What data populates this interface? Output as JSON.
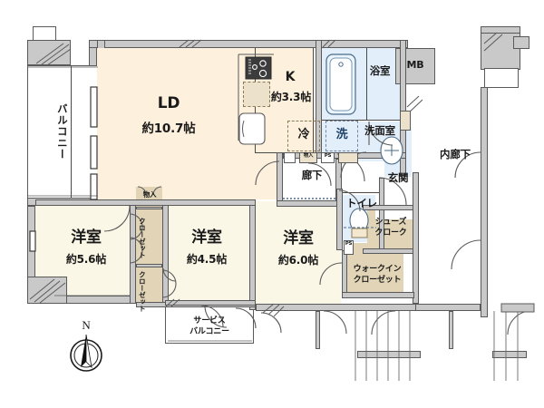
{
  "plan": {
    "type": "japanese-apartment-floor-plan",
    "compass": {
      "label": "N",
      "name": "north-arrow"
    },
    "rooms": [
      {
        "id": "ld",
        "name": "living-dining",
        "label": "LD",
        "area": "約10.7帖"
      },
      {
        "id": "kitchen",
        "name": "kitchen",
        "label": "K",
        "area": "約3.3帖"
      },
      {
        "id": "bedroom1",
        "name": "bedroom-west",
        "label": "洋室",
        "area": "約5.6帖"
      },
      {
        "id": "bedroom2",
        "name": "bedroom-center",
        "label": "洋室",
        "area": "約4.5帖"
      },
      {
        "id": "bedroom3",
        "name": "bedroom-east",
        "label": "洋室",
        "area": "約6.0帖"
      },
      {
        "id": "bath",
        "name": "bathroom",
        "label": "浴室",
        "area": ""
      },
      {
        "id": "washroom",
        "name": "washroom",
        "label": "洗面室",
        "area": ""
      },
      {
        "id": "toilet",
        "name": "toilet",
        "label": "トイレ",
        "area": ""
      },
      {
        "id": "hallway",
        "name": "hallway",
        "label": "廊下",
        "area": ""
      },
      {
        "id": "entrance",
        "name": "entrance",
        "label": "玄関",
        "area": ""
      },
      {
        "id": "balcony",
        "name": "balcony",
        "label": "バルコニー",
        "area": ""
      },
      {
        "id": "svcbalc",
        "name": "service-balcony",
        "label": "サービス\nバルコニー",
        "area": ""
      },
      {
        "id": "wic",
        "name": "walk-in-closet",
        "label": "ウォークイン\nクローゼット",
        "area": ""
      },
      {
        "id": "shoes",
        "name": "shoes-closet",
        "label": "シューズ\nクローク",
        "area": ""
      },
      {
        "id": "closet1",
        "name": "closet-upper",
        "label": "クローゼット",
        "area": ""
      },
      {
        "id": "closet2",
        "name": "closet-lower",
        "label": "クローゼット",
        "area": ""
      },
      {
        "id": "storage",
        "name": "storage-closet",
        "label": "物入",
        "area": ""
      },
      {
        "id": "innerhall",
        "name": "inner-corridor",
        "label": "内廊下",
        "area": ""
      }
    ],
    "markers": [
      {
        "id": "mb",
        "name": "meter-box",
        "label": "MB"
      },
      {
        "id": "ps1",
        "name": "pipe-shaft-hall",
        "label": "PS"
      },
      {
        "id": "ps2",
        "name": "pipe-shaft-wic",
        "label": "PS"
      },
      {
        "id": "fridge",
        "name": "refrigerator-slot",
        "label": "冷"
      },
      {
        "id": "washer",
        "name": "washer-slot",
        "label": "洗"
      },
      {
        "id": "mono",
        "name": "storage-small",
        "label": "物入"
      }
    ],
    "colors": {
      "ld_fill": "#fdf0dc",
      "room_fill": "#fbf7e6",
      "wet_fill": "#e3eefb",
      "closet_fill": "#e2d5b7",
      "wall_fill": "#c9c9c9",
      "stroke": "#5a5a5a"
    }
  }
}
